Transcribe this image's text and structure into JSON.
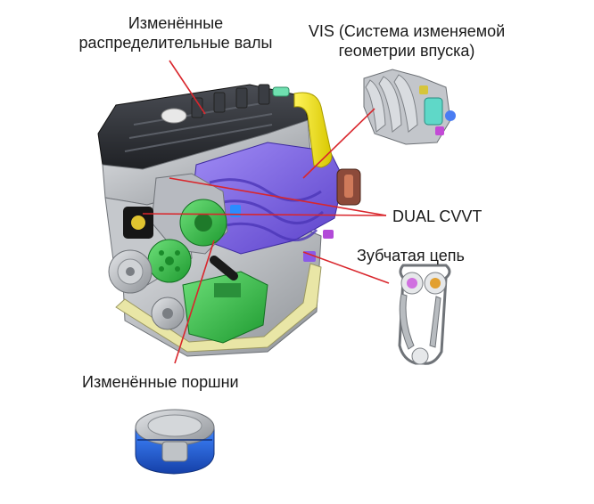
{
  "labels": {
    "camshafts_line1": "Изменённые",
    "camshafts_line2": "распределительные валы",
    "vis_line1": "VIS (Система изменяемой",
    "vis_line2": "геометрии впуска)",
    "dual_cvvt": "DUAL CVVT",
    "timing_chain": "Зубчатая цепь",
    "pistons": "Изменённые поршни"
  },
  "colors": {
    "leader_line": "#d9262c",
    "engine_dark": "#2c2e33",
    "engine_metal": "#b9bcc1",
    "intake_manifold": "#7b62e3",
    "gear_green": "#37c24a",
    "pipe_yellow": "#f2e600",
    "piston_blue": "#1f5fd8",
    "piston_metal": "#c4c8cc"
  }
}
